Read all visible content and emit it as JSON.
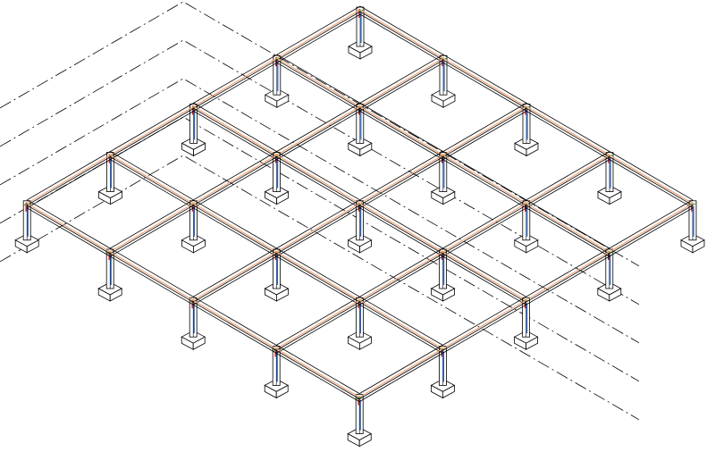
{
  "view": {
    "type": "3d-isometric-structural-framing",
    "grid_nodes": [
      5,
      5
    ],
    "colors": {
      "beam": "#000000",
      "beam_center": "#f0a070",
      "column_axis_x": "#d02020",
      "column_axis_y": "#20a020",
      "column_axis_z": "#2060d0",
      "grid_line": "#000000"
    }
  }
}
